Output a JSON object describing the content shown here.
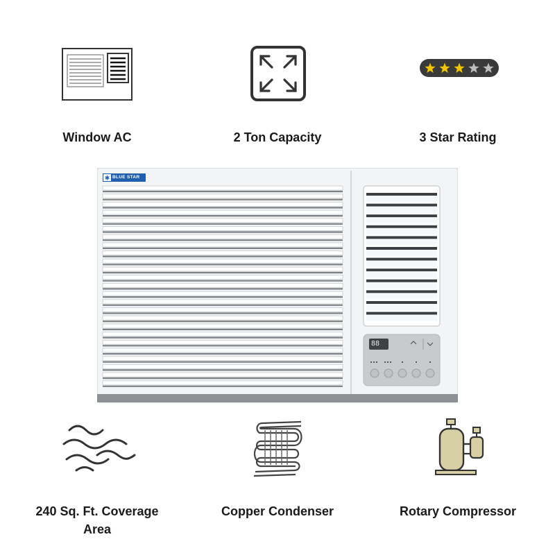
{
  "features_top": [
    {
      "label": "Window AC",
      "icon": "window-ac-icon"
    },
    {
      "label": "2 Ton Capacity",
      "icon": "expand-arrows-icon"
    },
    {
      "label": "3 Star Rating",
      "icon": "star-rating-icon",
      "stars_filled": 3,
      "stars_total": 5
    }
  ],
  "features_bottom": [
    {
      "label": "240 Sq. Ft. Coverage Area",
      "icon": "airflow-waves-icon"
    },
    {
      "label": "Copper Condenser",
      "icon": "condenser-coil-icon"
    },
    {
      "label": "Rotary Compressor",
      "icon": "compressor-icon"
    }
  ],
  "product": {
    "brand": "BLUE STAR",
    "display_readout": "88",
    "colors": {
      "body": "#f4f5f6",
      "brand_badge": "#1f5fae",
      "panel": "#c8cacc",
      "star_fill": "#f2c500",
      "star_empty": "#bdbdbd"
    }
  }
}
